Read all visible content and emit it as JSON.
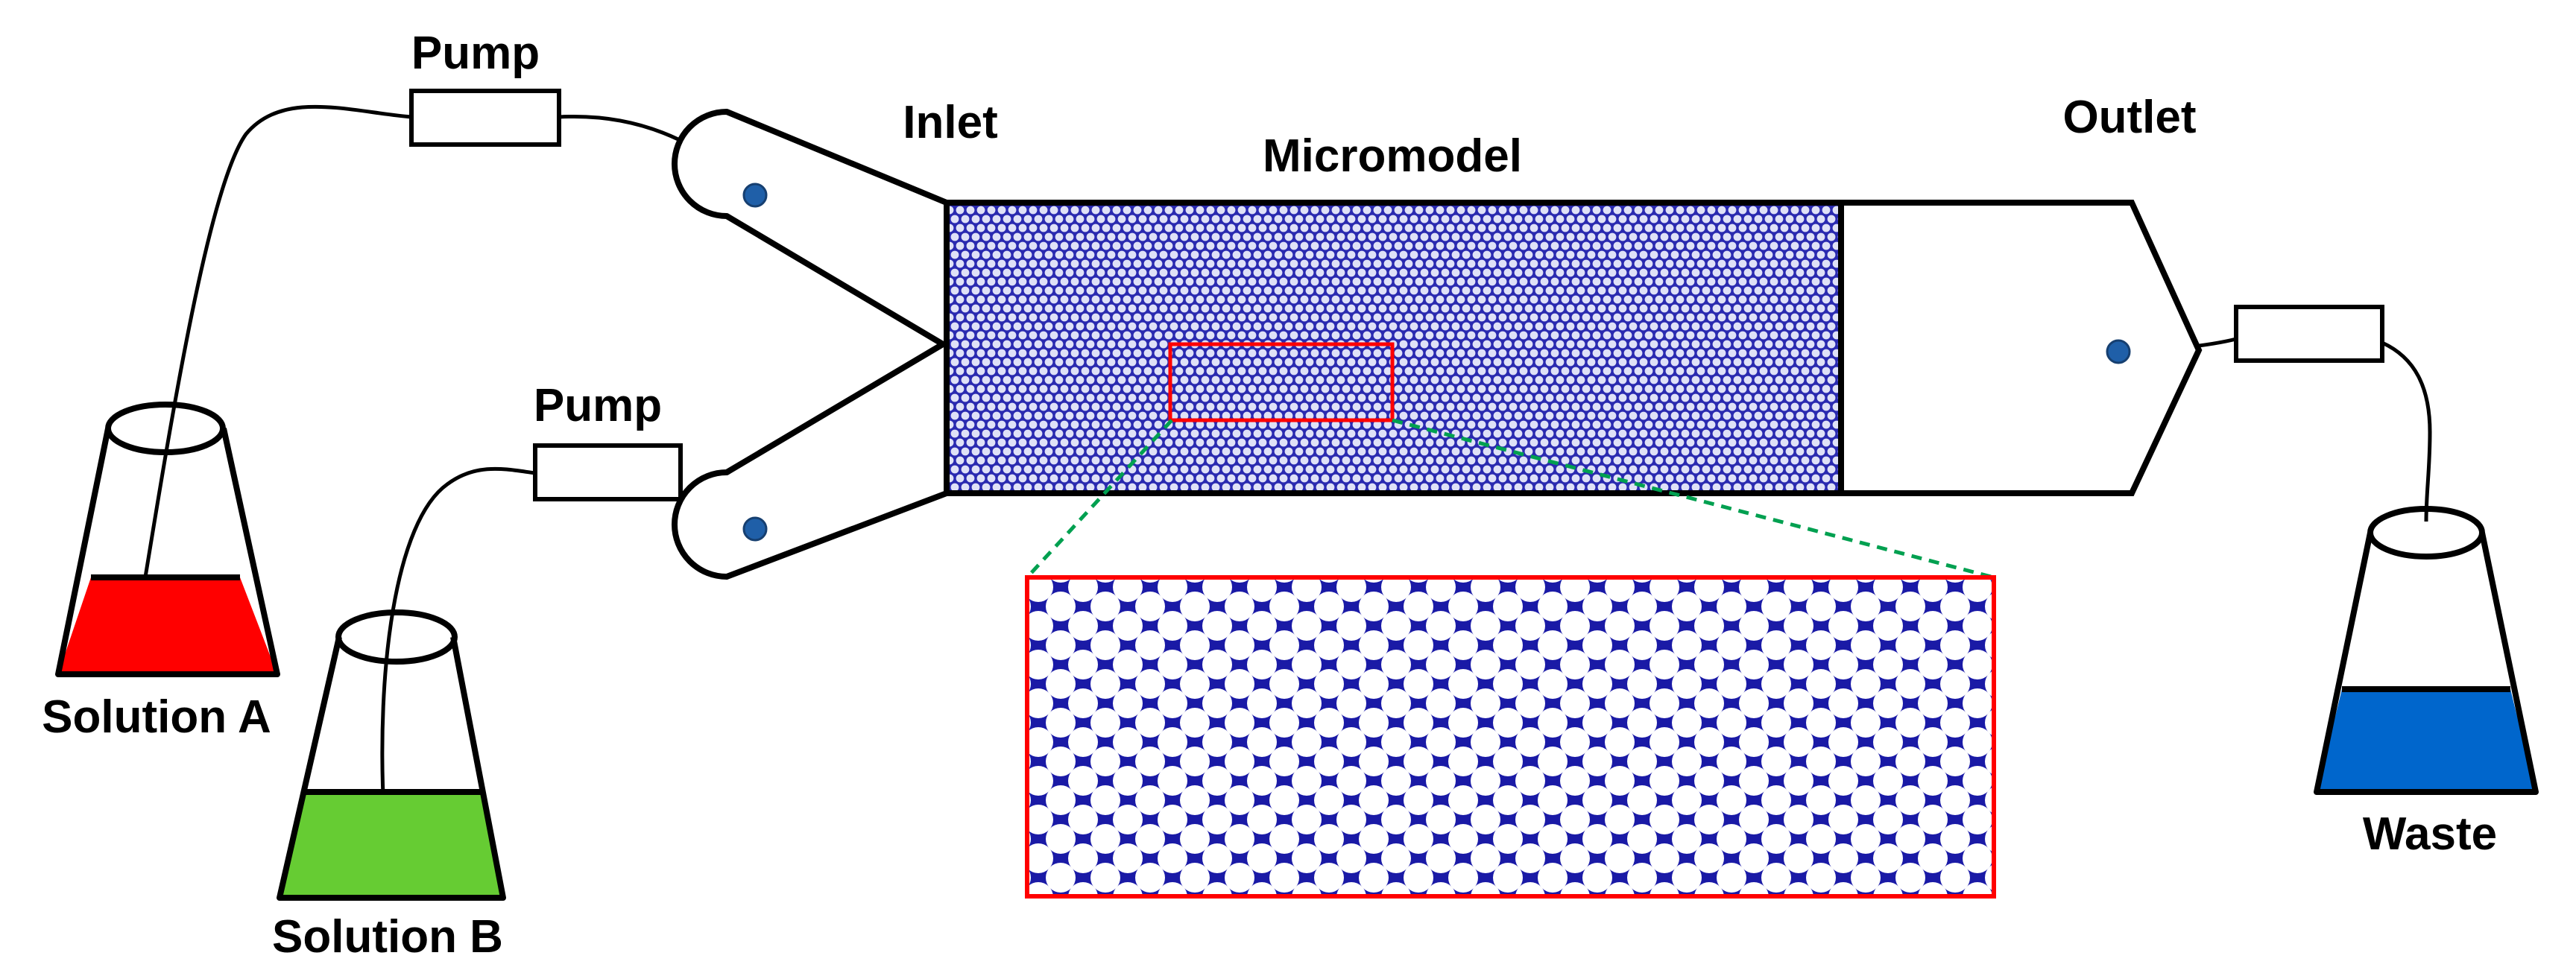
{
  "labels": {
    "pump_top": "Pump",
    "pump_bottom": "Pump",
    "inlet": "Inlet",
    "micromodel": "Micromodel",
    "outlet": "Outlet",
    "solution_a": "Solution A",
    "solution_b": "Solution B",
    "waste": "Waste"
  },
  "colors": {
    "solution_a": "#ff0000",
    "solution_b": "#66cc33",
    "waste": "#0066cc",
    "port": "#1f5fa8",
    "pore_grain": "#ffffff",
    "pore_matrix": "#1a1aa6",
    "micromodel_fill": "#b8bce8",
    "zoom_frame": "#ff0000",
    "zoom_lines": "#00a050"
  },
  "icons": {
    "beaker_a": "flask-icon",
    "beaker_b": "flask-icon",
    "beaker_waste": "flask-icon",
    "pump": "pump-icon"
  }
}
